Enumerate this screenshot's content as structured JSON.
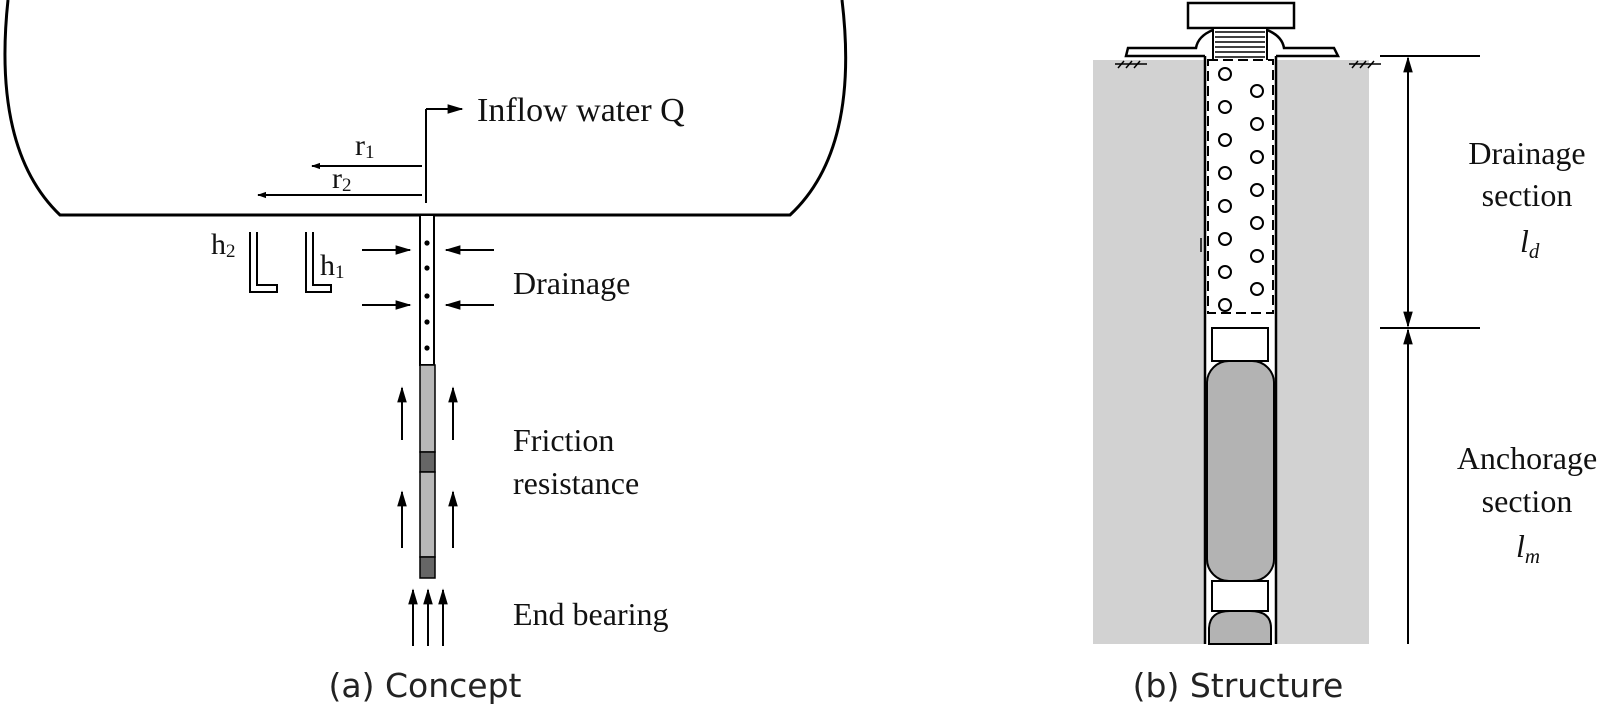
{
  "concept": {
    "inflow_label": "Inflow water Q",
    "r1_label": "r",
    "r1_sub": "1",
    "r2_label": "r",
    "r2_sub": "2",
    "h1_label": "h",
    "h1_sub": "1",
    "h2_label": "h",
    "h2_sub": "2",
    "drainage_label": "Drainage",
    "friction_line1": "Friction",
    "friction_line2": "resistance",
    "end_bearing_label": "End bearing",
    "caption": "(a) Concept"
  },
  "structure": {
    "drainage_line1": "Drainage",
    "drainage_line2": "section",
    "drainage_symbol": "l",
    "drainage_symbol_sub": "d",
    "anchorage_line1": "Anchorage",
    "anchorage_line2": "section",
    "anchorage_symbol": "l",
    "anchorage_symbol_sub": "m",
    "caption": "(b) Structure"
  },
  "colors": {
    "ground": "#d2d2d2",
    "grout": "#b3b3b3",
    "rod_light": "#b8b8b8",
    "rod_dark": "#666666",
    "line": "#000000"
  }
}
